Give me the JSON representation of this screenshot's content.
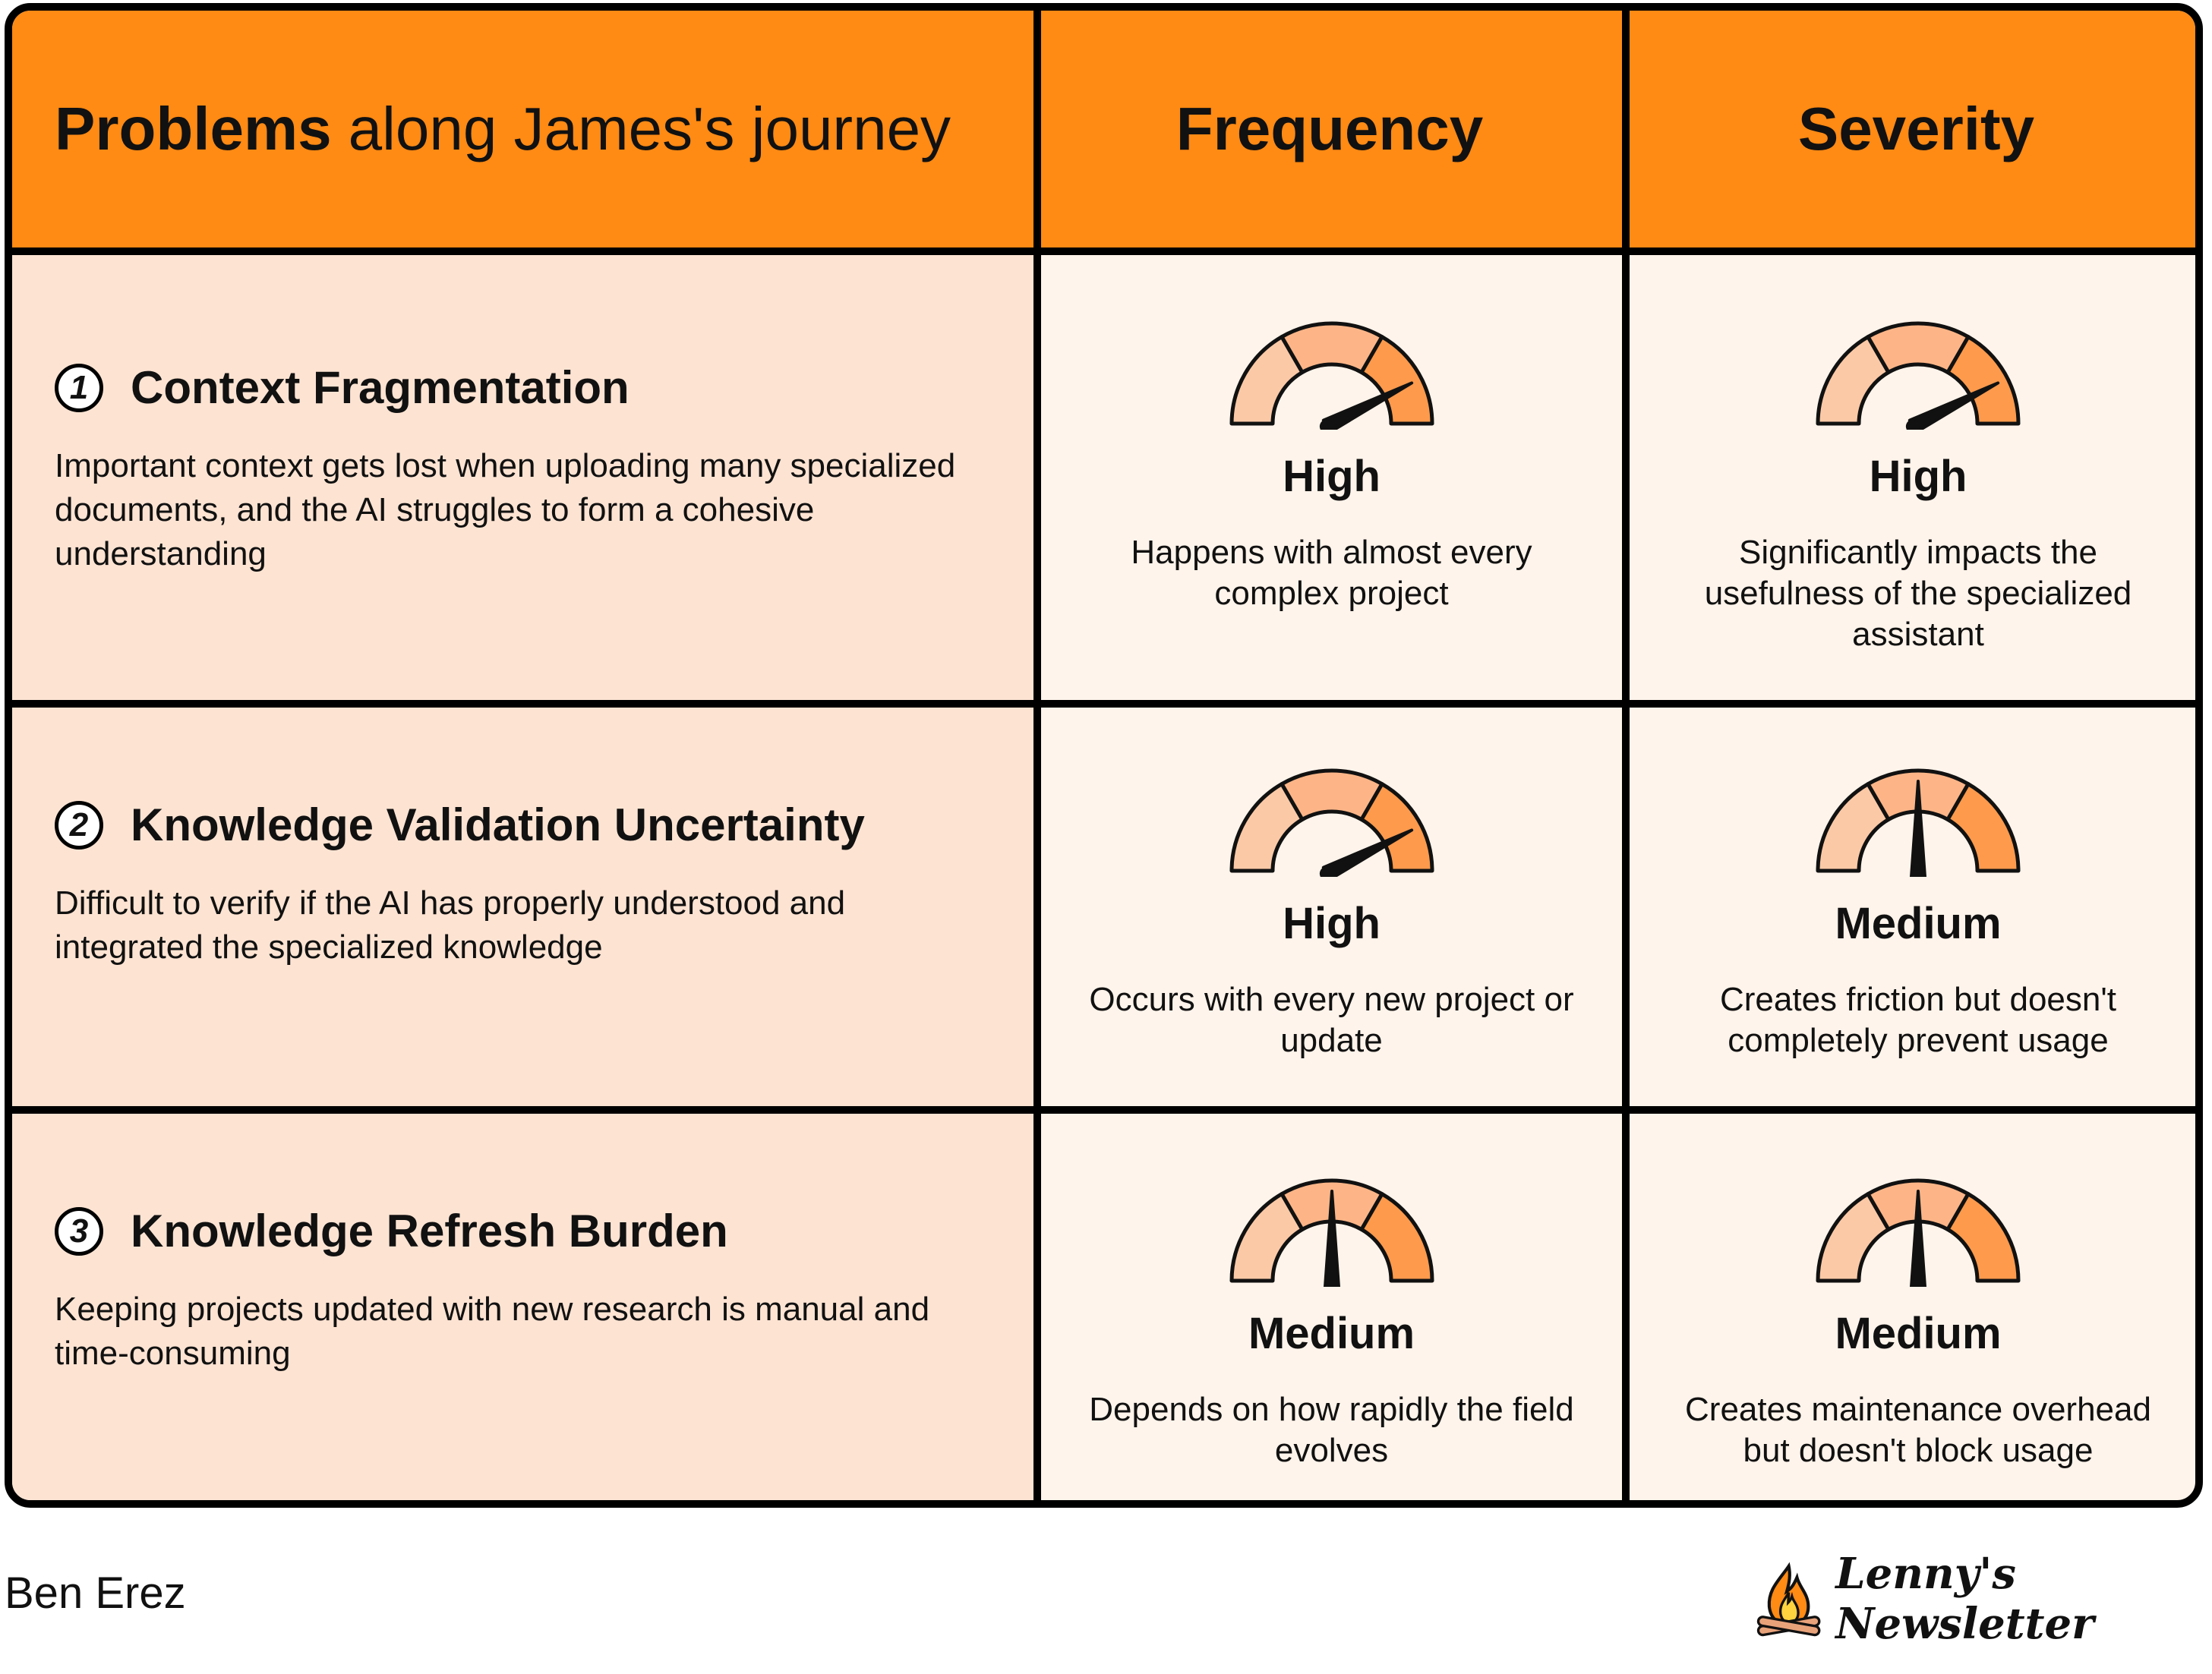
{
  "header": {
    "col1_bold": "Problems",
    "col1_rest": "along James's journey",
    "col2": "Frequency",
    "col3": "Severity"
  },
  "rows": [
    {
      "number": "1",
      "title": "Context Fragmentation",
      "description": "Important context gets lost when uploading many specialized documents, and the AI struggles to form a cohesive understanding",
      "frequency": {
        "level": "High",
        "gauge_value": 0.85,
        "description": "Happens with almost every complex project"
      },
      "severity": {
        "level": "High",
        "gauge_value": 0.85,
        "description": "Significantly impacts the usefulness of the specialized assistant"
      }
    },
    {
      "number": "2",
      "title": "Knowledge Validation Uncertainty",
      "description": "Difficult to verify if the AI has properly understood and integrated the specialized knowledge",
      "frequency": {
        "level": "High",
        "gauge_value": 0.85,
        "description": "Occurs with every new project or update"
      },
      "severity": {
        "level": "Medium",
        "gauge_value": 0.5,
        "description": "Creates friction but doesn't completely prevent usage"
      }
    },
    {
      "number": "3",
      "title": "Knowledge Refresh Burden",
      "description": "Keeping projects updated with new research is manual and time-consuming",
      "frequency": {
        "level": "Medium",
        "gauge_value": 0.5,
        "description": "Depends on how rapidly the field evolves"
      },
      "severity": {
        "level": "Medium",
        "gauge_value": 0.5,
        "description": "Creates maintenance overhead but doesn't block usage"
      }
    }
  ],
  "footer": {
    "author": "Ben Erez",
    "brand": "Lenny's Newsletter"
  },
  "colors": {
    "header_bg": "#ff8a14",
    "problem_col_bg": "#fde3d2",
    "metric_col_bg": "#fff4eb",
    "gauge_low": "#fcc9a6",
    "gauge_mid": "#fdb587",
    "gauge_high": "#fd9a4c"
  }
}
